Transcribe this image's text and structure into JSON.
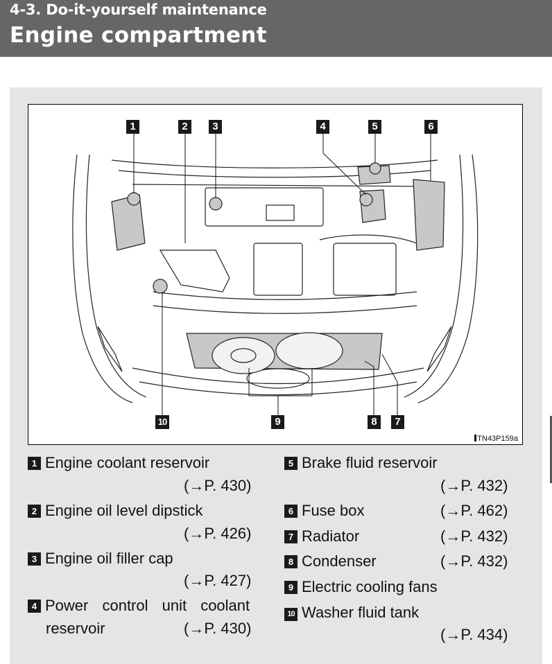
{
  "header": {
    "section": "4-3. Do-it-yourself maintenance",
    "title": "Engine compartment"
  },
  "figure": {
    "code": "TN43P159a",
    "callouts": [
      "1",
      "2",
      "3",
      "4",
      "5",
      "6",
      "7",
      "8",
      "9",
      "10"
    ]
  },
  "legend": {
    "items": [
      {
        "num": "1",
        "label": "Engine coolant reservoir",
        "ref": "(→P. 430)"
      },
      {
        "num": "2",
        "label": "Engine oil level dipstick",
        "ref": "(→P. 426)"
      },
      {
        "num": "3",
        "label": "Engine oil filler cap",
        "ref": "(→P. 427)"
      },
      {
        "num": "4",
        "label": "Power control unit coolant",
        "label2": "reservoir",
        "ref": "(→P. 430)"
      },
      {
        "num": "5",
        "label": "Brake fluid reservoir",
        "ref": "(→P. 432)"
      },
      {
        "num": "6",
        "label": "Fuse box",
        "ref": "(→P. 462)"
      },
      {
        "num": "7",
        "label": "Radiator",
        "ref": "(→P. 432)"
      },
      {
        "num": "8",
        "label": "Condenser",
        "ref": "(→P. 432)"
      },
      {
        "num": "9",
        "label": "Electric cooling fans",
        "ref": ""
      },
      {
        "num": "10",
        "label": "Washer fluid tank",
        "ref": "(→P. 434)"
      }
    ]
  }
}
